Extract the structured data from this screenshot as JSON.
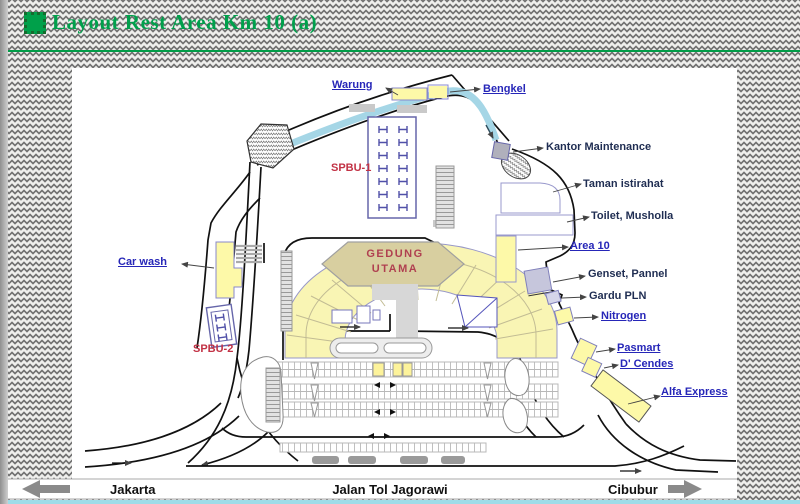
{
  "title": {
    "icon": "green-square-bullet",
    "text": "Layout Rest Area Km 10 (a)"
  },
  "map": {
    "labels": {
      "warung": "Warung",
      "bengkel": "Bengkel",
      "kantor_maintenance": "Kantor Maintenance",
      "taman_istirahat": "Taman istirahat",
      "toilet_musholla": "Toilet, Musholla",
      "area_10": "Area 10",
      "genset_pannel": "Genset, Pannel",
      "gardu_pln": "Gardu PLN",
      "nitrogen": "Nitrogen",
      "pasmart": "Pasmart",
      "d_cendes": "D' Cendes",
      "alfa_express": "Alfa Express",
      "car_wash": "Car wash",
      "spbu_1": "SPBU-1",
      "spbu_2": "SPBU-2"
    },
    "main_building": {
      "line1": "GEDUNG",
      "line2": "UTAMA"
    }
  },
  "toll_road": {
    "west": "Jakarta",
    "name": "Jalan Tol Jagorawi",
    "east": "Cibubur"
  },
  "colors": {
    "accent_green": "#00a04c",
    "label_blue_underlined": "#2626b8",
    "label_navy": "#1f2d52",
    "label_red": "#c23245",
    "building_yellow": "#fdf9a8",
    "building_outline_lavender": "#8888cc",
    "road_cyan": "#a5d6e6",
    "gedung_utama_fill": "#d8cfa0",
    "toll_arrow_gray": "#8a8a8a",
    "bottom_strip_cyan": "#9edce8"
  }
}
